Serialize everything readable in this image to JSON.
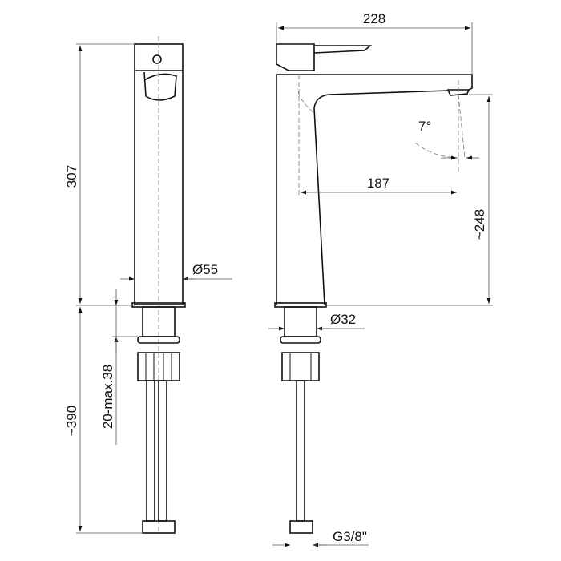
{
  "title": "Tall single-lever basin mixer dimension drawing",
  "dimensions": {
    "overall_height": "307",
    "body_diameter": "Ø55",
    "hose_length": "~390",
    "deck_thickness": "20-max.38",
    "projection": "228",
    "spout_reach": "187",
    "spout_angle": "7°",
    "spout_height": "~248",
    "shank_diameter": "Ø32",
    "connection_thread": "G3/8\""
  }
}
